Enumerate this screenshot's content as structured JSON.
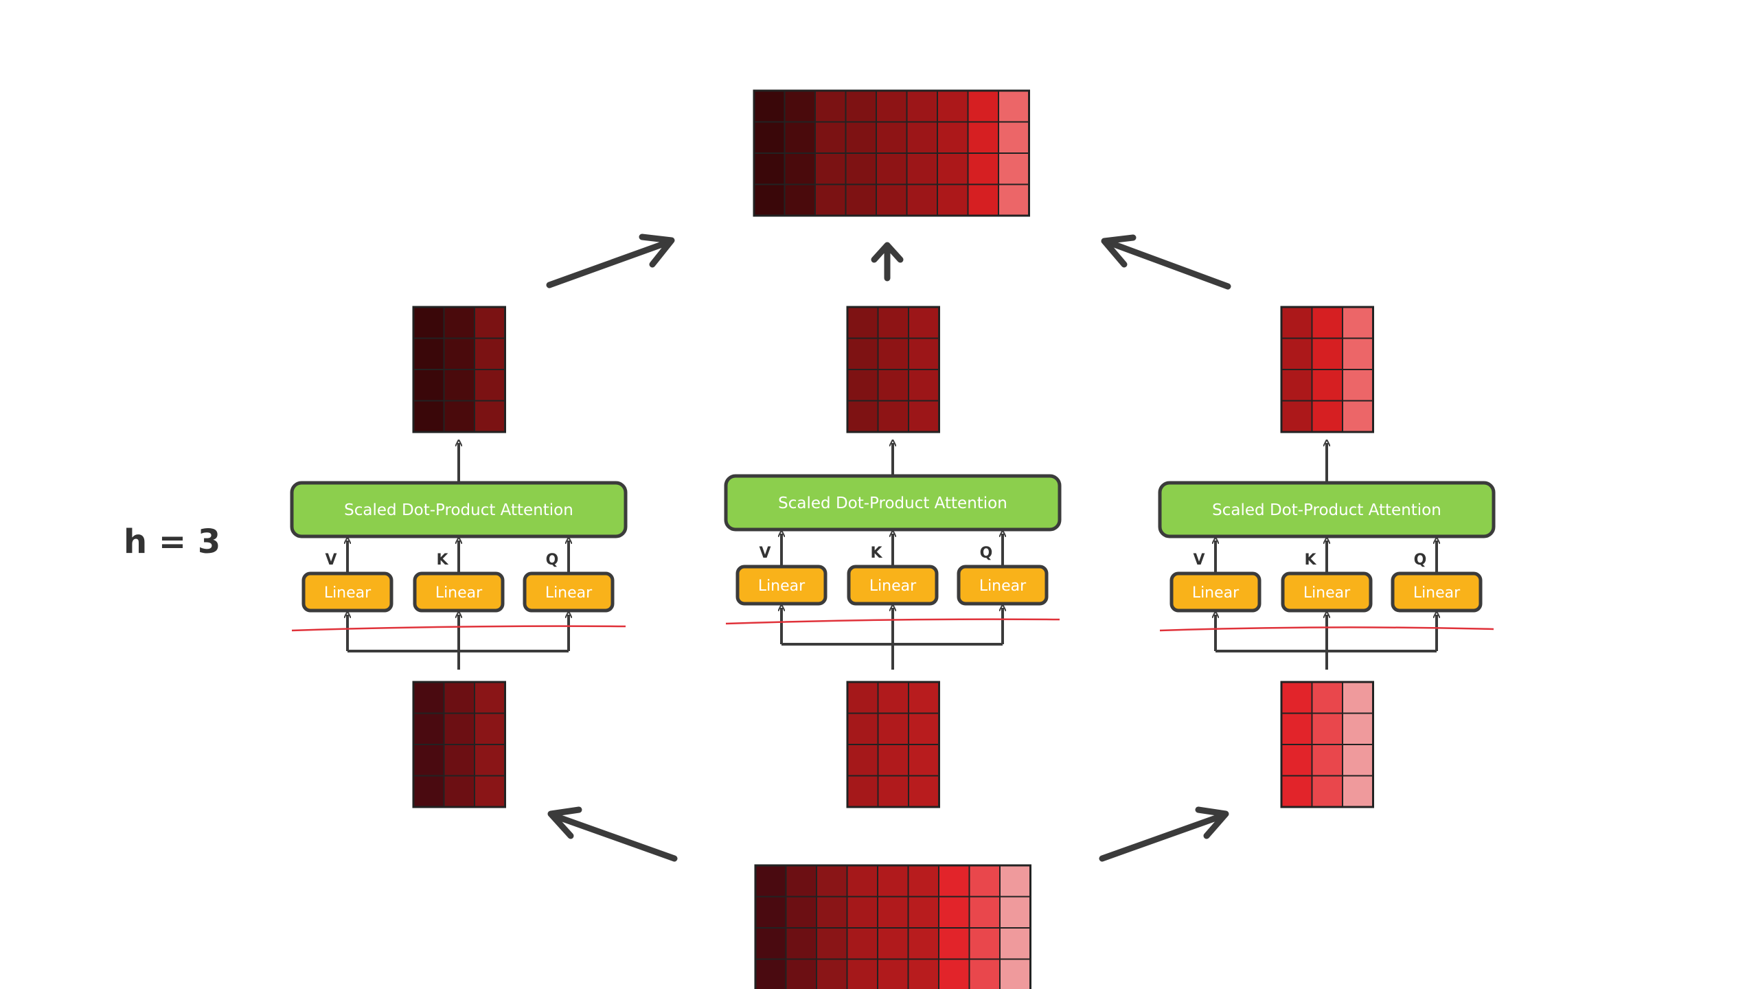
{
  "heads_label": "h = 3",
  "colors": {
    "attention_fill": "#8ccf4d",
    "linear_fill": "#f9b21a",
    "stroke": "#3b3b3b",
    "split_line": "#e0323a"
  },
  "heads": [
    {
      "attention_label": "Scaled Dot-Product Attention",
      "linear_labels": [
        "Linear",
        "Linear",
        "Linear"
      ],
      "input_labels": [
        "V",
        "K",
        "Q"
      ],
      "input_colors": [
        "#4a0a10",
        "#6c0f13",
        "#8a1517"
      ],
      "output_colors": [
        "#3a0709",
        "#4a0a0c",
        "#7b1213"
      ]
    },
    {
      "attention_label": "Scaled Dot-Product Attention",
      "linear_labels": [
        "Linear",
        "Linear",
        "Linear"
      ],
      "input_labels": [
        "V",
        "K",
        "Q"
      ],
      "input_colors": [
        "#a5181a",
        "#b01a1c",
        "#b81c1e"
      ],
      "output_colors": [
        "#7e1213",
        "#8e1415",
        "#9c1618"
      ]
    },
    {
      "attention_label": "Scaled Dot-Product Attention",
      "linear_labels": [
        "Linear",
        "Linear",
        "Linear"
      ],
      "input_labels": [
        "V",
        "K",
        "Q"
      ],
      "input_colors": [
        "#e2242a",
        "#e9474c",
        "#ef9a9c"
      ],
      "output_colors": [
        "#ac181a",
        "#d61f22",
        "#ec6668"
      ]
    }
  ],
  "top_matrix_colors": [
    "#3a0709",
    "#4a0a0c",
    "#7b1213",
    "#7e1213",
    "#8e1415",
    "#9c1618",
    "#ac181a",
    "#d61f22",
    "#ec6668"
  ],
  "bottom_matrix_colors": [
    "#4a0a10",
    "#6c0f13",
    "#8a1517",
    "#a5181a",
    "#b01a1c",
    "#b81c1e",
    "#e2242a",
    "#e9474c",
    "#ef9a9c"
  ]
}
